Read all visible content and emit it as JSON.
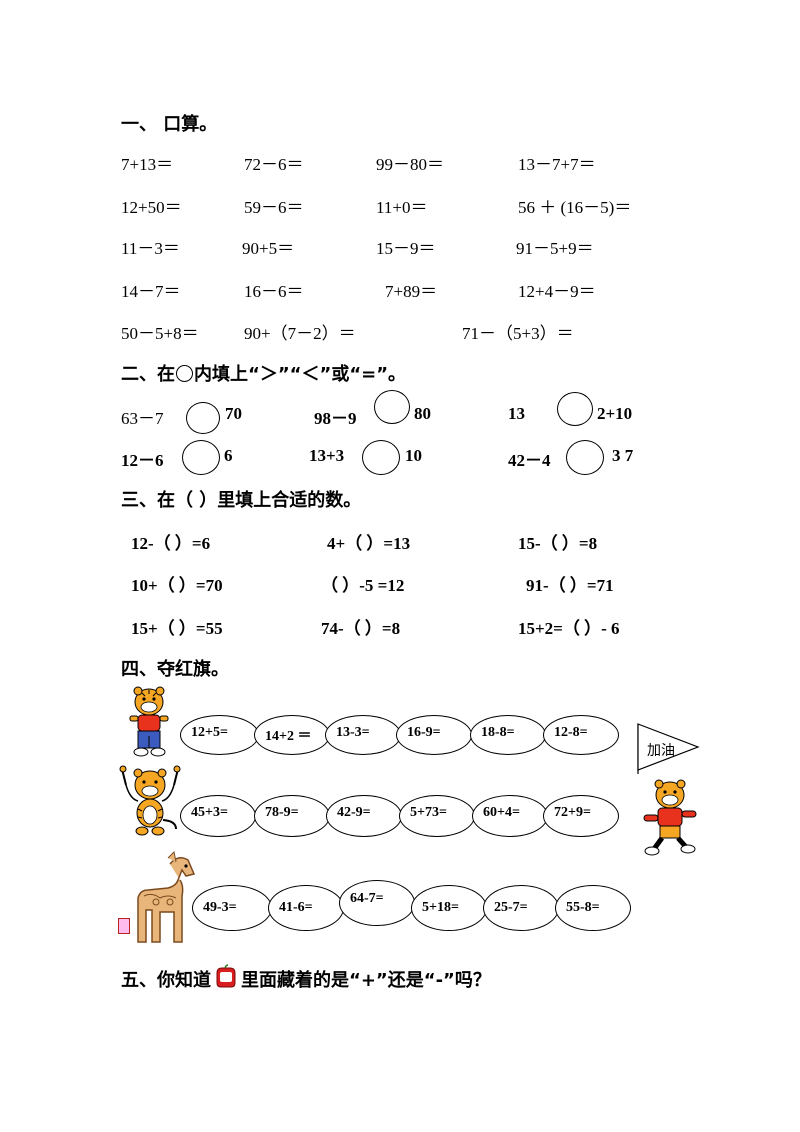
{
  "s1": {
    "title": "一、  口算。",
    "rows": [
      [
        "7+13＝",
        "72－6＝",
        "99－80＝",
        "13－7+7＝"
      ],
      [
        "12+50＝",
        "59－6＝",
        "11+0＝",
        "56 ＋ (16－5)＝"
      ],
      [
        "11－3＝",
        "90+5＝",
        "15－9＝",
        "91－5+9＝"
      ],
      [
        "14－7＝",
        "16－6＝",
        "7+89＝",
        "12+4－9＝"
      ],
      [
        "50－5+8＝",
        "90+（7－2）＝",
        "71－（5+3）＝"
      ]
    ]
  },
  "s2": {
    "title_a": "二、在",
    "title_b": "内填上“＞”“＜”或“=”。",
    "items": [
      {
        "left": "63－7",
        "right": "70"
      },
      {
        "left": "98－9",
        "right": "80"
      },
      {
        "left": "13",
        "right": "2+10"
      },
      {
        "left": "12－6",
        "right": "6"
      },
      {
        "left": "13+3",
        "right": "10"
      },
      {
        "left": "42－4",
        "right": "3 7"
      }
    ]
  },
  "s3": {
    "title": "三、在（   ）里填上合适的数。",
    "items": [
      "12-（     ）=6",
      "4+（     ）=13",
      "15-（     ）=8",
      "10+（     ）=70",
      "（     ）-5  =12",
      "91-（      ）=71",
      "15+（     ）=55",
      "74-（     ）=8",
      "15+2=（      ）-  6"
    ]
  },
  "s4": {
    "title": "四、夺红旗。",
    "flag_text": "加油",
    "row1": [
      "12+5=",
      "14+2 ＝",
      "13-3=",
      "16-9=",
      "18-8=",
      "12-8="
    ],
    "row2": [
      "45+3=",
      "78-9=",
      "42-9=",
      "5+73=",
      "60+4=",
      "72+9="
    ],
    "row3": [
      "49-3=",
      "41-6=",
      "64-7=",
      "5+18=",
      "25-7=",
      "55-8="
    ]
  },
  "s5": {
    "title_a": "五、你知道",
    "title_b": "里面藏着的是“+”还是“-”吗？"
  }
}
